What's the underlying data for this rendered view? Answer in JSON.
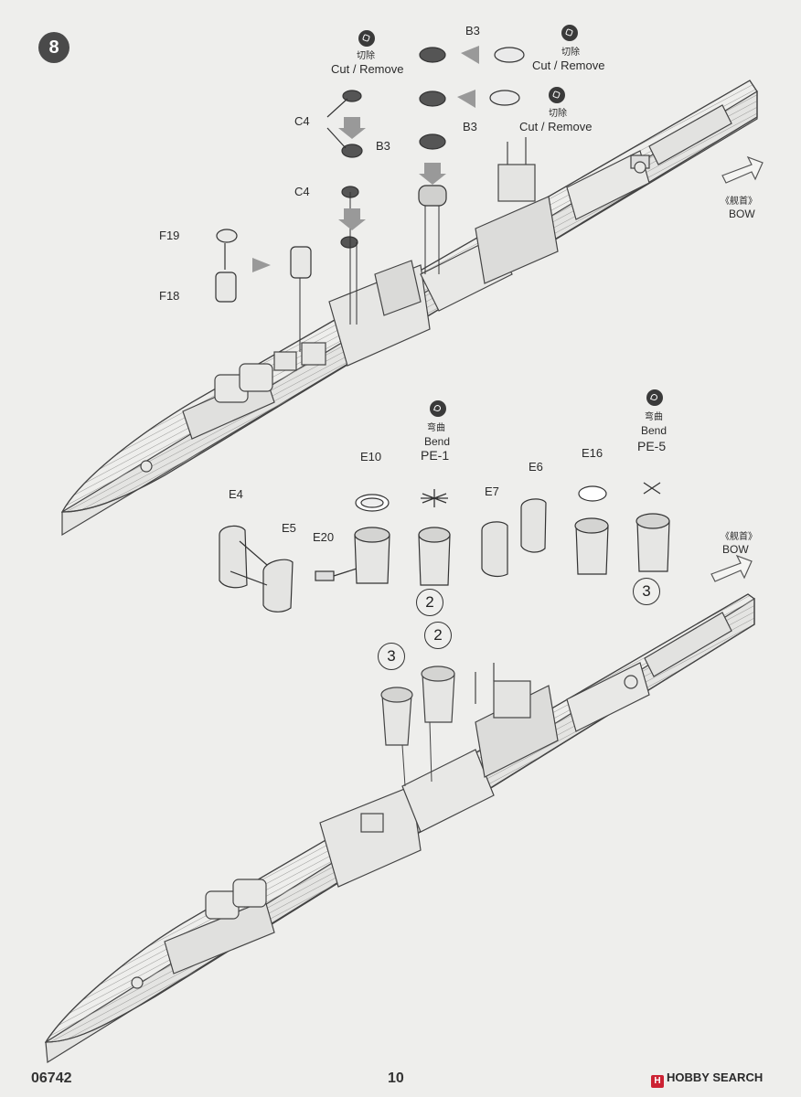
{
  "step": "8",
  "labels": {
    "c4_a": "C4",
    "c4_b": "C4",
    "b3_a": "B3",
    "b3_b": "B3",
    "b3_c": "B3",
    "f19": "F19",
    "f18": "F18",
    "e10": "E10",
    "e4": "E4",
    "e5": "E5",
    "e20": "E20",
    "e7": "E7",
    "e6": "E6",
    "e16": "E16",
    "pe1": "PE-1",
    "pe5": "PE-5"
  },
  "instructions": {
    "cut_cn": "切除",
    "cut_en": "Cut / Remove",
    "bend_cn": "弯曲",
    "bend_en": "Bend"
  },
  "bow": {
    "cn": "《舰首》",
    "en": "BOW"
  },
  "subassembly_refs": {
    "two": "2",
    "three": "3"
  },
  "footer": {
    "code": "06742",
    "page": "10",
    "watermark_logo": "H",
    "watermark": "HOBBY SEARCH"
  }
}
